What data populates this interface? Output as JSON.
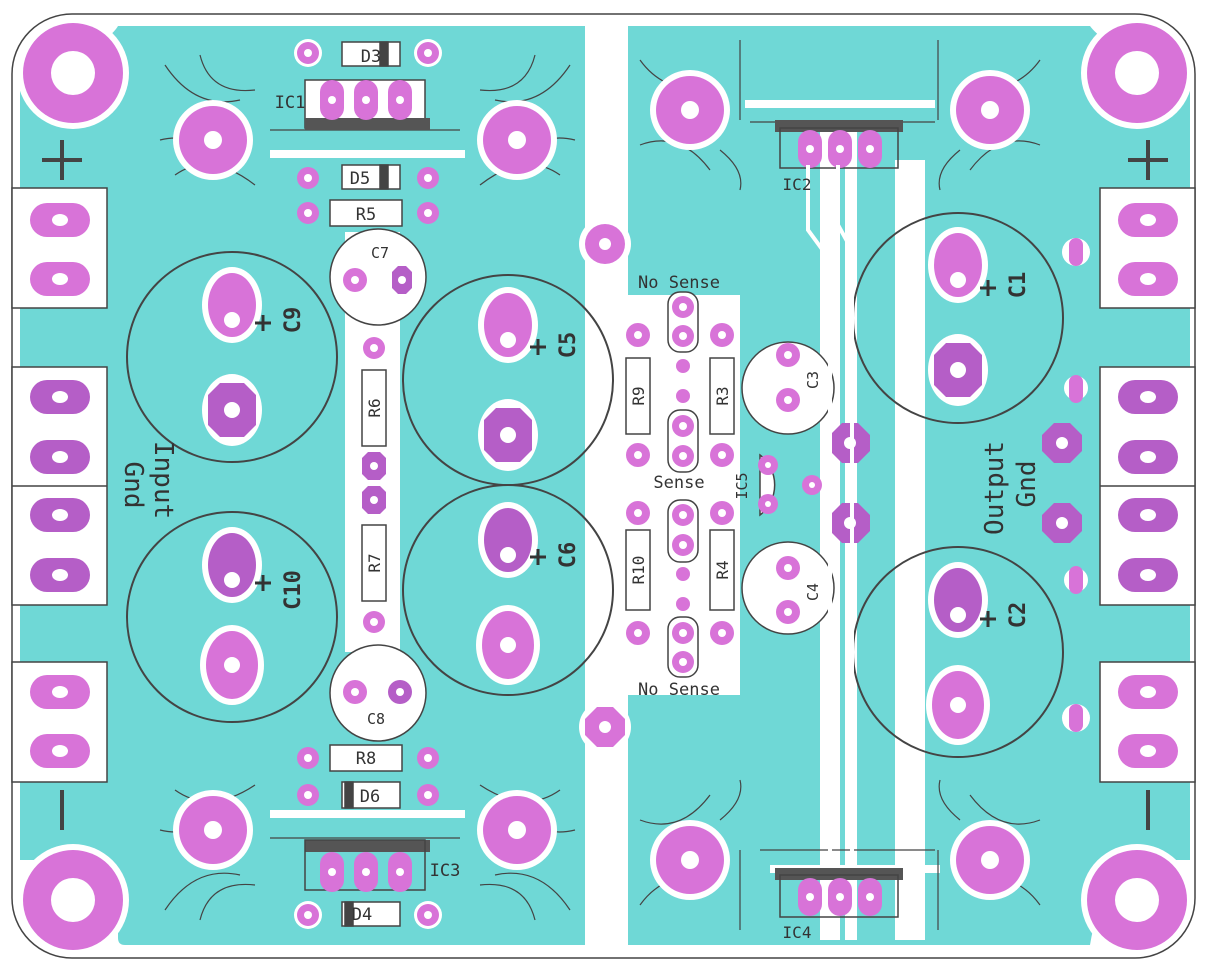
{
  "colors": {
    "board": "#ffffff",
    "copper": "#6fd8d6",
    "pad": "#d873d8",
    "pad_dark": "#b55ec7",
    "ring": "#ffffff",
    "silk": "#444444",
    "silk_text": "#333333"
  },
  "labels": {
    "D3": "D3",
    "D5": "D5",
    "R5": "R5",
    "IC1": "IC1",
    "C7": "C7",
    "C9": "C9",
    "C5": "C5",
    "R6": "R6",
    "R7": "R7",
    "C10": "C10",
    "C6": "C6",
    "C8": "C8",
    "R8": "R8",
    "D6": "D6",
    "IC3": "IC3",
    "D4": "D4",
    "IC2": "IC2",
    "C1": "C1",
    "C2": "C2",
    "C3": "C3",
    "C4": "C4",
    "R9": "R9",
    "R3": "R3",
    "R10": "R10",
    "R4": "R4",
    "IC5": "IC5",
    "IC4": "IC4"
  },
  "text": {
    "no_sense_top": "No Sense",
    "sense": "Sense",
    "no_sense_bottom": "No Sense",
    "input": "Input",
    "gnd_left": "Gnd",
    "output": "Output",
    "gnd_right": "Gnd",
    "plus": "+",
    "minus": "−"
  }
}
